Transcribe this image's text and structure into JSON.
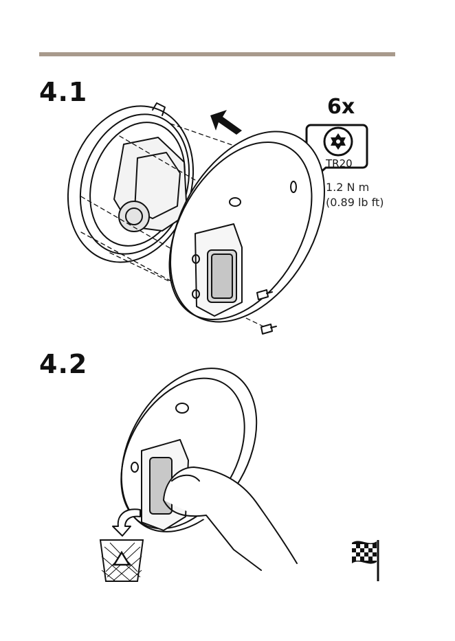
{
  "steps": {
    "step1": "4.1",
    "step2": "4.2"
  },
  "fastener": {
    "quantity": "6x",
    "driver": "TR20",
    "torque_metric": "1.2 N m",
    "torque_imperial": "(0.89 lb ft)"
  },
  "icons": {
    "bit": "torx-bit-icon",
    "recycle": "recycle-bin-icon",
    "finish": "checkered-flag-icon"
  },
  "colors": {
    "rule": "#a89a8c",
    "ink": "#111111"
  }
}
